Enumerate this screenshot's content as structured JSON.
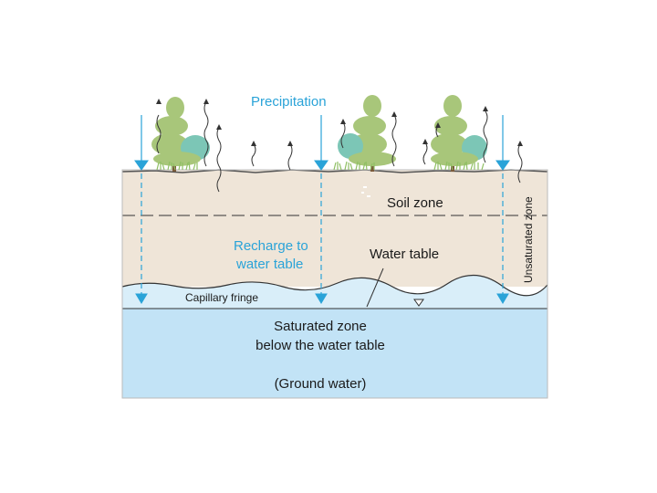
{
  "labels": {
    "precipitation": "Precipitation",
    "soil_zone": "Soil zone",
    "recharge_line1": "Recharge to",
    "recharge_line2": "water table",
    "water_table": "Water table",
    "unsaturated_zone": "Unsaturated zone",
    "capillary_fringe": "Capillary fringe",
    "saturated_line1": "Saturated zone",
    "saturated_line2": "below the water table",
    "ground_water": "(Ground water)"
  },
  "colors": {
    "soil": "#efe5d8",
    "capillary": "#d9eef9",
    "saturated": "#c2e3f6",
    "arrow_blue": "#2aa3d8",
    "tree_green": "#a8c67a",
    "shrub_teal": "#7cc6b6",
    "outline": "#444444"
  },
  "icons": [
    "tree-icon",
    "evapotranspiration-arrow-icon",
    "precipitation-arrow-icon",
    "water-table-symbol-icon"
  ]
}
